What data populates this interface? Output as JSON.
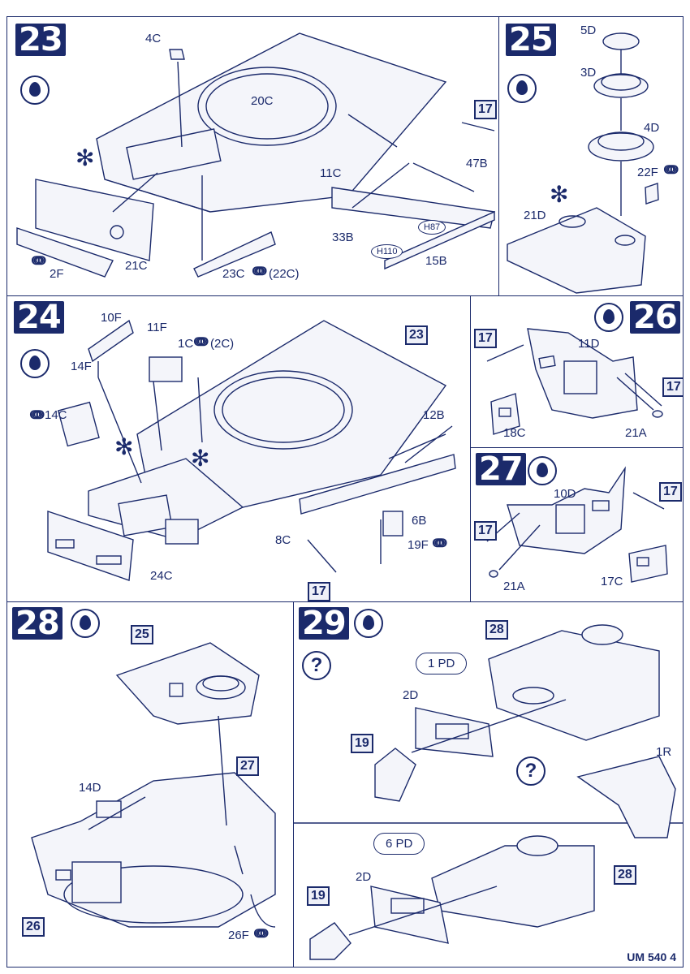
{
  "steps": {
    "s23": {
      "number": "23",
      "labels": [
        "4C",
        "20C",
        "11C",
        "47B",
        "33B",
        "15B",
        "21C",
        "2F",
        "23C",
        "(22C)"
      ],
      "ref_box": "17",
      "ovals": [
        "H87",
        "H110"
      ]
    },
    "s25": {
      "number": "25",
      "labels": [
        "5D",
        "3D",
        "4D",
        "22F",
        "21D"
      ]
    },
    "s24": {
      "number": "24",
      "labels": [
        "10F",
        "11F",
        "14F",
        "1C",
        "(2C)",
        "14C",
        "12B",
        "6B",
        "8C",
        "19F",
        "24C"
      ],
      "ref_boxes": [
        "23",
        "17"
      ]
    },
    "s26": {
      "number": "26",
      "labels": [
        "11D",
        "18C",
        "21A"
      ],
      "ref_boxes": [
        "17",
        "17"
      ]
    },
    "s27": {
      "number": "27",
      "labels": [
        "10D",
        "21A",
        "17C"
      ],
      "ref_boxes": [
        "17",
        "17"
      ]
    },
    "s28": {
      "number": "28",
      "labels": [
        "14D",
        "26F"
      ],
      "ref_boxes": [
        "25",
        "27",
        "26"
      ]
    },
    "s29": {
      "number": "29",
      "labels": [
        "2D",
        "2D",
        "1R"
      ],
      "pills": [
        "1 PD",
        "6 PD"
      ],
      "ref_boxes": [
        "28",
        "19",
        "19",
        "28"
      ]
    }
  },
  "symbols": {
    "glue": "ↈ",
    "star": "✻",
    "question": "?"
  },
  "footer": {
    "code": "UM 540 4"
  },
  "colors": {
    "ink": "#1b2a6b",
    "paper": "#ffffff"
  }
}
